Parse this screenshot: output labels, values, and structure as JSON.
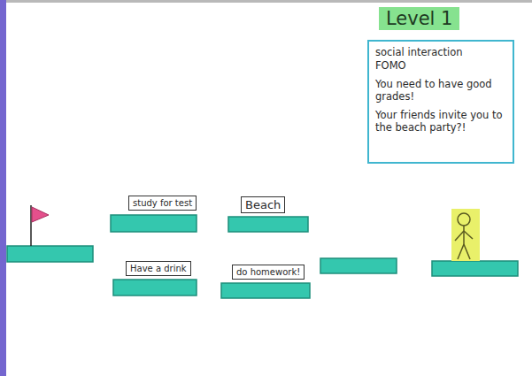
{
  "diagram": {
    "title": "Level 1",
    "nodes": [
      {
        "text": [
          "social interaction",
          "FOMO",
          "You need to have good grades!",
          "Your friends invite you to the beach party?!"
        ]
      },
      {
        "text": [
          "study for test"
        ]
      },
      {
        "text": [
          "Beach"
        ]
      },
      {
        "text": [
          "Have a drink"
        ]
      },
      {
        "text": [
          "do homework!"
        ]
      }
    ]
  }
}
